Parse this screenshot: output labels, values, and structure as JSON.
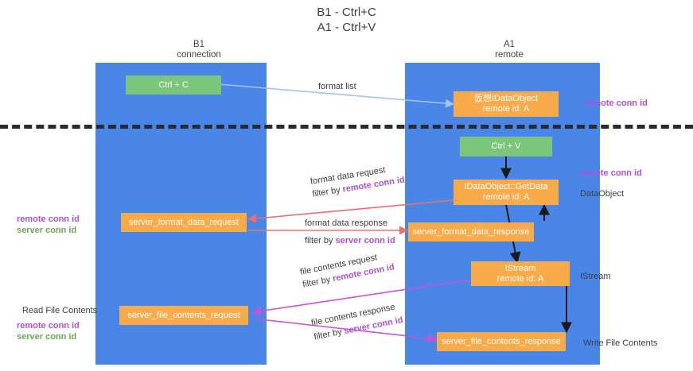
{
  "title": "B1 - Ctrl+C\nA1 - Ctrl+V",
  "columns": [
    {
      "name": "b1",
      "label": "B1\nconnection"
    },
    {
      "name": "a1",
      "label": "A1\nremote"
    }
  ],
  "colors": {
    "lane": "#4a86e8",
    "green_box": "#7bc67b",
    "orange_box": "#f9ab49",
    "purple_text": "#b04fd8",
    "green_text": "#6aa84f",
    "arrow_blue": "#9fc5e8",
    "arrow_red": "#e8706a",
    "arrow_magenta": "#cb4fd8",
    "arrow_black": "#1a1a1a",
    "divider": "#2b2b2b",
    "body_text": "#3c3c3c"
  },
  "boxes": [
    {
      "name": "ctrl-c",
      "label": "Ctrl + C",
      "color": "green"
    },
    {
      "name": "virtual-idataobject",
      "label": "仮想IDataObject\nremote id: A",
      "color": "orange"
    },
    {
      "name": "ctrl-v",
      "label": "Ctrl + V",
      "color": "green"
    },
    {
      "name": "idataobject-getdata",
      "label": "IDataObject::GetData\nremote id: A",
      "color": "orange"
    },
    {
      "name": "server-format-data-request",
      "label": "server_format_data_request",
      "color": "orange"
    },
    {
      "name": "server-format-data-response",
      "label": "server_format_data_response",
      "color": "orange"
    },
    {
      "name": "istream",
      "label": "IStream\nremote id: A",
      "color": "orange"
    },
    {
      "name": "server-file-contents-request",
      "label": "server_file_contents_request",
      "color": "orange"
    },
    {
      "name": "server-file-contents-response",
      "label": "server_file_contents_response",
      "color": "orange"
    }
  ],
  "arrow_labels": {
    "format_list": "format list",
    "format_data_request": "format data request",
    "format_data_response": "format data response",
    "file_contents_request": "file contents request",
    "file_contents_response": "file contents response",
    "filter_by": "filter by ",
    "remote_conn_id": "remote conn id",
    "server_conn_id": "server conn id"
  },
  "side_labels": {
    "remote_conn_id_top": "remote conn id",
    "remote_conn_id_mid": "remote conn id",
    "dataobject": "DataObject",
    "istream": "IStream",
    "write_file_contents": "Write File Contents",
    "read_file_contents": "Read File Contents",
    "left_remote_conn_id": "remote conn id",
    "left_server_conn_id": "server conn id",
    "left_remote_conn_id_2": "remote conn id",
    "left_server_conn_id_2": "server conn id"
  }
}
